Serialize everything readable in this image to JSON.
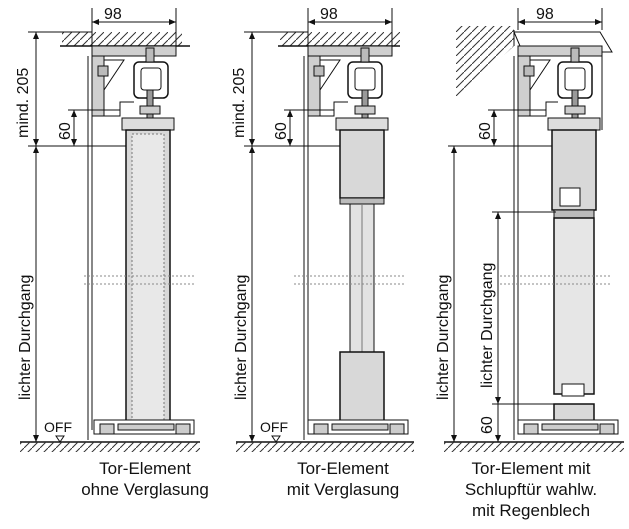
{
  "panels": [
    {
      "id": "ohne",
      "dim_width": "98",
      "dim_min": "mind. 205",
      "dim_60": "60",
      "clear_opening": "lichter Durchgang",
      "off": "OFF",
      "caption": [
        "Tor-Element",
        "ohne Verglasung"
      ]
    },
    {
      "id": "mit",
      "dim_width": "98",
      "dim_min": "mind. 205",
      "dim_60": "60",
      "clear_opening": "lichter Durchgang",
      "off": "OFF",
      "caption": [
        "Tor-Element",
        "mit Verglasung"
      ]
    },
    {
      "id": "schlupf",
      "dim_width": "98",
      "dim_60_top": "60",
      "clear_opening": "lichter Durchgang",
      "door_opening": "lichter Durchgang",
      "dim_60_bottom": "60",
      "caption": [
        "Tor-Element mit",
        "Schlupftür wahlw.",
        "mit Regenblech"
      ]
    }
  ]
}
